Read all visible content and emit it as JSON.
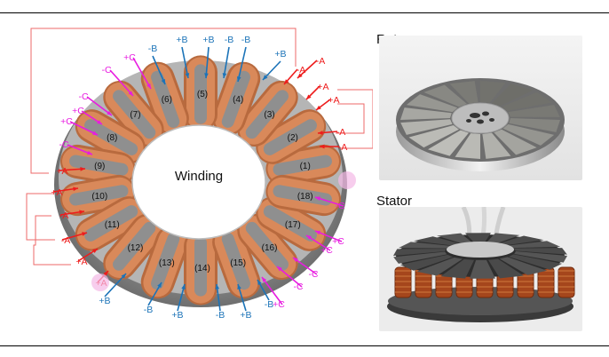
{
  "diagram": {
    "center_label": "Winding",
    "colors": {
      "phase_a": "#ee1c1c",
      "phase_b": "#1b73b8",
      "phase_c": "#e81ce0",
      "coil": "#d9895a",
      "coil_dark": "#b86a3e",
      "core": "#8c8c8c"
    },
    "slots": [
      "(1)",
      "(2)",
      "(3)",
      "(4)",
      "(5)",
      "(6)",
      "(7)",
      "(8)",
      "(9)",
      "(10)",
      "(11)",
      "(12)",
      "(13)",
      "(14)",
      "(15)",
      "(16)",
      "(17)",
      "(18)"
    ],
    "labels_a": [
      "-A",
      "+A",
      "+A",
      "-A",
      "-A",
      "+A",
      "+A",
      "-A",
      "-A",
      "+A",
      "+A",
      "-A"
    ],
    "labels_b": [
      "+B",
      "+B",
      "-B",
      "-B",
      "+B",
      "-B",
      "+B",
      "-B",
      "+B",
      "-B",
      "+B",
      "-B"
    ],
    "labels_c": [
      "-C",
      "+C",
      "-C",
      "+C",
      "+C",
      "-C",
      "-C",
      "+C",
      "+C",
      "-C",
      "-C",
      "+C"
    ]
  },
  "photos": {
    "rotor_label": "Rotor",
    "stator_label": "Stator"
  }
}
